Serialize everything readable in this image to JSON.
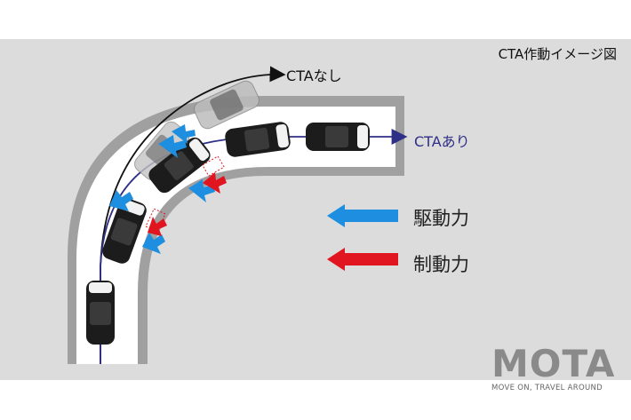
{
  "diagram": {
    "title": "CTA作動イメージ図",
    "path_without_cta_label": "CTAなし",
    "path_with_cta_label": "CTAあり",
    "legend": [
      {
        "label": "駆動力",
        "color": "#1e8fe0"
      },
      {
        "label": "制動力",
        "color": "#e0151f"
      }
    ],
    "colors": {
      "road_surface": "#ffffff",
      "road_edge": "#9a9a9a",
      "background": "#dcdcdc",
      "path_with_cta": "#2e2f86",
      "path_without_cta": "#111111"
    }
  },
  "logo": {
    "wordmark": "MOTA",
    "tagline": "MOVE ON, TRAVEL AROUND"
  }
}
